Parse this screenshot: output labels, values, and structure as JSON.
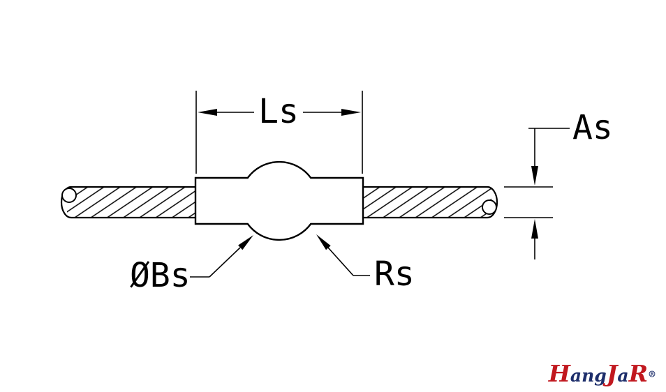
{
  "drawing": {
    "dimension_labels": {
      "length": "Ls",
      "cable_diameter": "As",
      "ball_diameter": "ØBs",
      "ball_radius": "Rs"
    }
  },
  "logo": {
    "segments": [
      {
        "text": "H",
        "color": "#c1181f"
      },
      {
        "text": "ang",
        "color": "#1d2e6b"
      },
      {
        "text": "J",
        "color": "#c1181f"
      },
      {
        "text": "a",
        "color": "#1d2e6b"
      },
      {
        "text": "R",
        "color": "#c1181f"
      }
    ],
    "registered_mark": {
      "text": "®",
      "color": "#1d2e6b"
    }
  },
  "colors": {
    "line": "#000000",
    "background": "#ffffff",
    "logo_red": "#c1181f",
    "logo_navy": "#1d2e6b"
  }
}
